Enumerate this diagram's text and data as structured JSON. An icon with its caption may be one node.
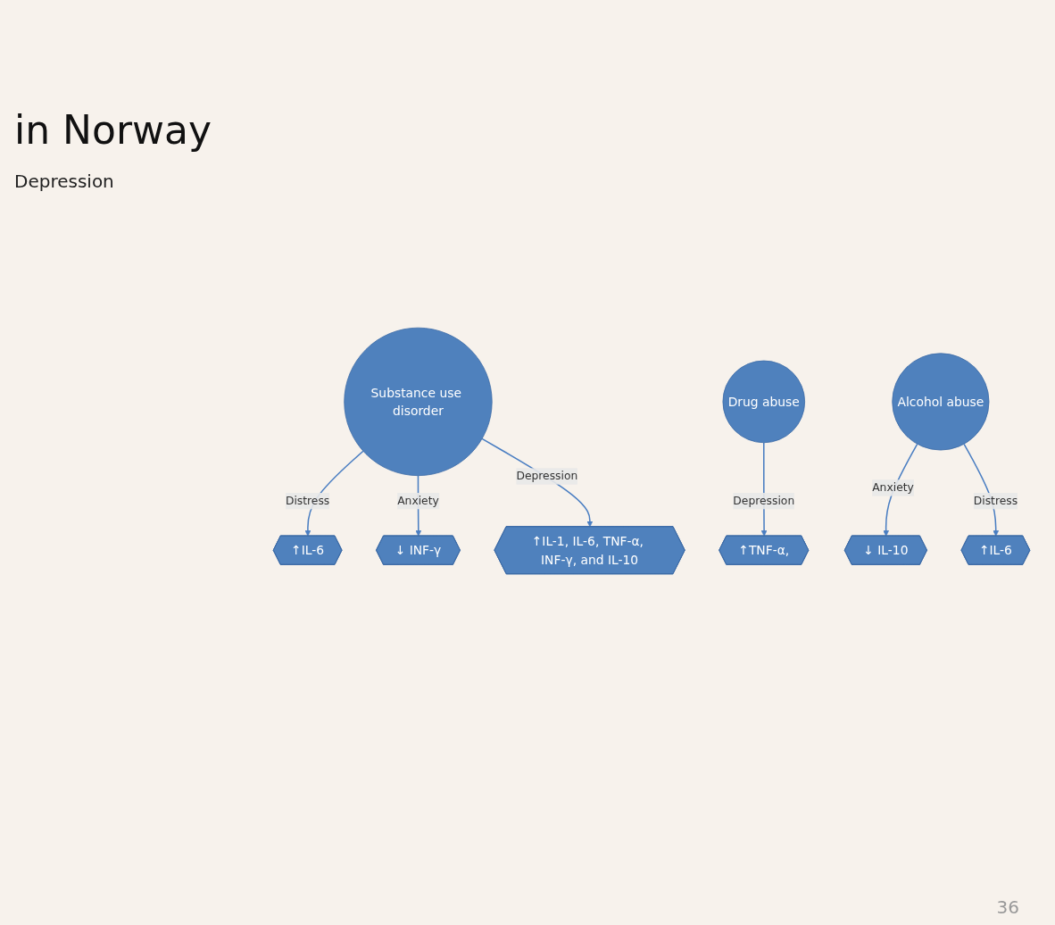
{
  "diagram": {
    "nodes": [
      {
        "text": [
          "Substance use disorder"
        ]
      },
      {
        "text": [
          "↑IL-6"
        ]
      },
      {
        "text": [
          "↓ INF-γ"
        ]
      },
      {
        "text": [
          "↑IL-1, IL-6, TNF-α, INF-γ, and IL-10"
        ]
      },
      {
        "text": [
          "Drug abuse"
        ]
      },
      {
        "text": [
          "Alcohol abuse"
        ]
      },
      {
        "text": [
          "↑TNF-α,"
        ]
      },
      {
        "text": [
          "↓ IL-10"
        ]
      },
      {
        "text": [
          "↑IL-6"
        ]
      }
    ],
    "edges": [
      {
        "from": 0,
        "to": 1,
        "arrow": "to",
        "label": "Distress"
      },
      {
        "from": 0,
        "to": 2,
        "arrow": "to",
        "label": "Anxiety"
      },
      {
        "from": 0,
        "to": 3,
        "arrow": "to",
        "label": "Depression"
      },
      {
        "from": 4,
        "to": 6,
        "arrow": "to",
        "label": "Depression"
      },
      {
        "from": 5,
        "to": 7,
        "arrow": "to",
        "label": "Anxiety"
      },
      {
        "from": 5,
        "to": 8,
        "arrow": "to",
        "label": "Distress"
      }
    ],
    "labels": [
      "in Norway",
      "Depression",
      "36"
    ]
  }
}
